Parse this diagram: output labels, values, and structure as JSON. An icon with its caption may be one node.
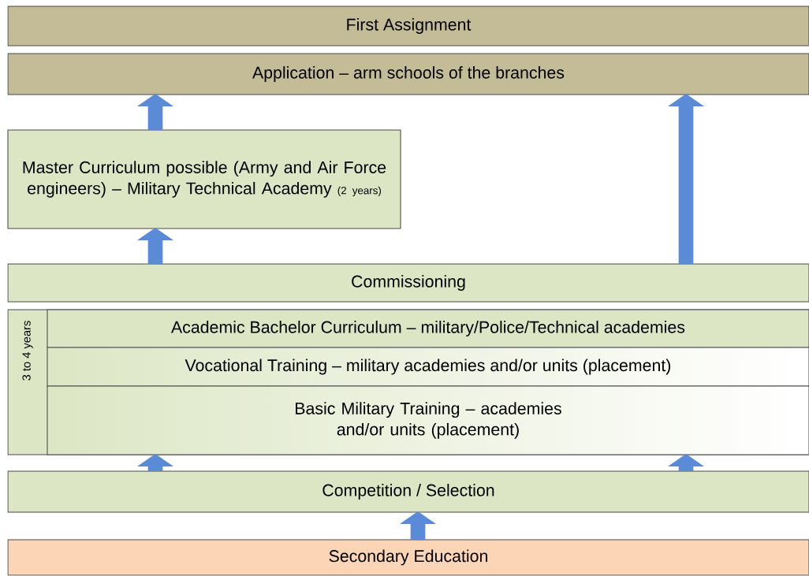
{
  "diagram": {
    "nodes": [
      {
        "text": [
          "First Assignment"
        ]
      },
      {
        "text": [
          "Application – arm schools of the branches"
        ]
      },
      {
        "text": [
          "Master Curriculum possible (Army and Air Force engineers) – Military Technical Academy",
          "(2 years)"
        ]
      },
      {
        "text": [
          "Commissioning"
        ]
      },
      {
        "text": [
          "3 to 4 years"
        ]
      },
      {
        "text": [
          "Academic Bachelor Curriculum – military/Police/Technical academies"
        ],
        "in": 4
      },
      {
        "text": [
          "Vocational Training – military academies and/or units (placement)"
        ],
        "in": 4
      },
      {
        "text": [
          "Basic Military Training – academies and/or units (placement)"
        ],
        "in": 4
      },
      {
        "text": [
          "Competition / Selection"
        ]
      },
      {
        "text": [
          "Secondary Education"
        ]
      }
    ],
    "edges": [
      {
        "from": 2,
        "to": 1,
        "arrow": "to"
      },
      {
        "from": 3,
        "to": 2,
        "arrow": "to"
      },
      {
        "from": 3,
        "to": 1,
        "arrow": "to"
      },
      {
        "from": 8,
        "to": 7,
        "arrow": "to"
      },
      {
        "from": 8,
        "to": 7,
        "arrow": "to"
      },
      {
        "from": 9,
        "to": 8,
        "arrow": "to"
      }
    ]
  }
}
